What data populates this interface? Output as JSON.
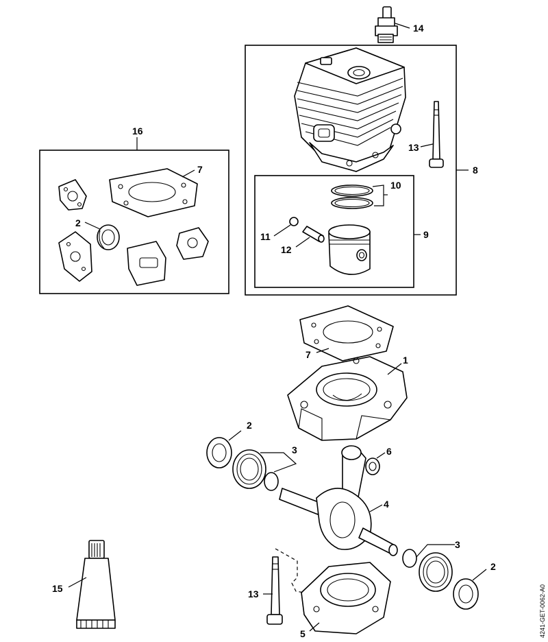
{
  "diagram_code": "4241-GET-0062-A0",
  "labels": {
    "p1": "1",
    "p2a": "2",
    "p2b": "2",
    "p2c": "2",
    "p3a": "3",
    "p3b": "3",
    "p4": "4",
    "p5": "5",
    "p6": "6",
    "p7a": "7",
    "p7b": "7",
    "p8": "8",
    "p9": "9",
    "p10": "10",
    "p11": "11",
    "p12": "12",
    "p13a": "13",
    "p13b": "13",
    "p14": "14",
    "p15": "15",
    "p16": "16"
  }
}
